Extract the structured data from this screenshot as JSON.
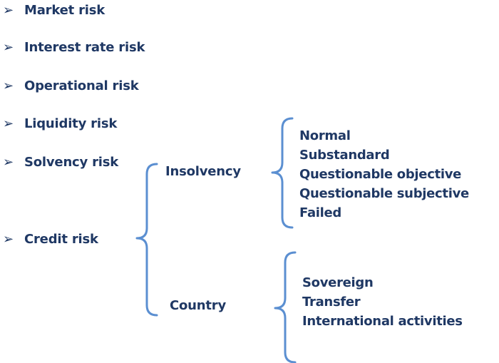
{
  "risks": [
    {
      "label": "Market risk",
      "icon": "arrow-right-icon"
    },
    {
      "label": "Interest rate risk",
      "icon": "arrow-right-icon"
    },
    {
      "label": "Operational  risk",
      "icon": "arrow-right-icon"
    },
    {
      "label": "Liquidity risk",
      "icon": "arrow-right-icon"
    },
    {
      "label": "Solvency risk",
      "icon": "arrow-right-icon"
    },
    {
      "label": "Credit risk",
      "icon": "arrow-right-icon"
    }
  ],
  "arrow_glyph": "➢",
  "credit_branches": {
    "insolvency": {
      "label": "Insolvency",
      "items": [
        "Normal",
        "Substandard",
        "Questionable objective",
        "Questionable subjective",
        "Failed"
      ]
    },
    "country": {
      "label": "Country",
      "items": [
        "Sovereign",
        "Transfer",
        "International activities"
      ]
    }
  },
  "colors": {
    "text": "#1f3864",
    "brace": "#5b8fd1"
  }
}
